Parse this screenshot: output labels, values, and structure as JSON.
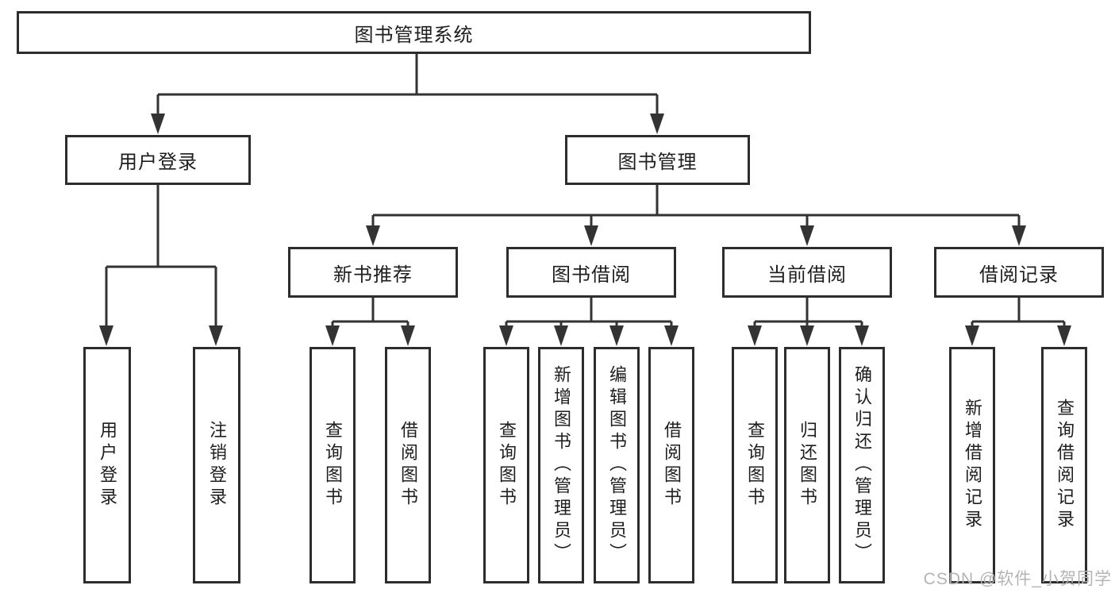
{
  "tree": {
    "root": {
      "label": "图书管理系统"
    },
    "branches": [
      {
        "label": "用户登录",
        "children": [
          {
            "label": "用户登录"
          },
          {
            "label": "注销登录"
          }
        ]
      },
      {
        "label": "图书管理",
        "children": [
          {
            "label": "新书推荐",
            "children": [
              {
                "label": "查询图书"
              },
              {
                "label": "借阅图书"
              }
            ]
          },
          {
            "label": "图书借阅",
            "children": [
              {
                "label": "查询图书"
              },
              {
                "label": "新增图书（管理员）"
              },
              {
                "label": "编辑图书（管理员）"
              },
              {
                "label": "借阅图书"
              }
            ]
          },
          {
            "label": "当前借阅",
            "children": [
              {
                "label": "查询图书"
              },
              {
                "label": "归还图书"
              },
              {
                "label": "确认归还（管理员）"
              }
            ]
          },
          {
            "label": "借阅记录",
            "children": [
              {
                "label": "新增借阅记录"
              },
              {
                "label": "查询借阅记录"
              }
            ]
          }
        ]
      }
    ]
  },
  "watermark": {
    "text": "CSDN @软件_小贺同学"
  },
  "colors": {
    "line": "#333333",
    "border": "#2d2d2d",
    "text": "#1e1e1e",
    "watermark": "#b4b4b4",
    "bg": "#ffffff"
  }
}
